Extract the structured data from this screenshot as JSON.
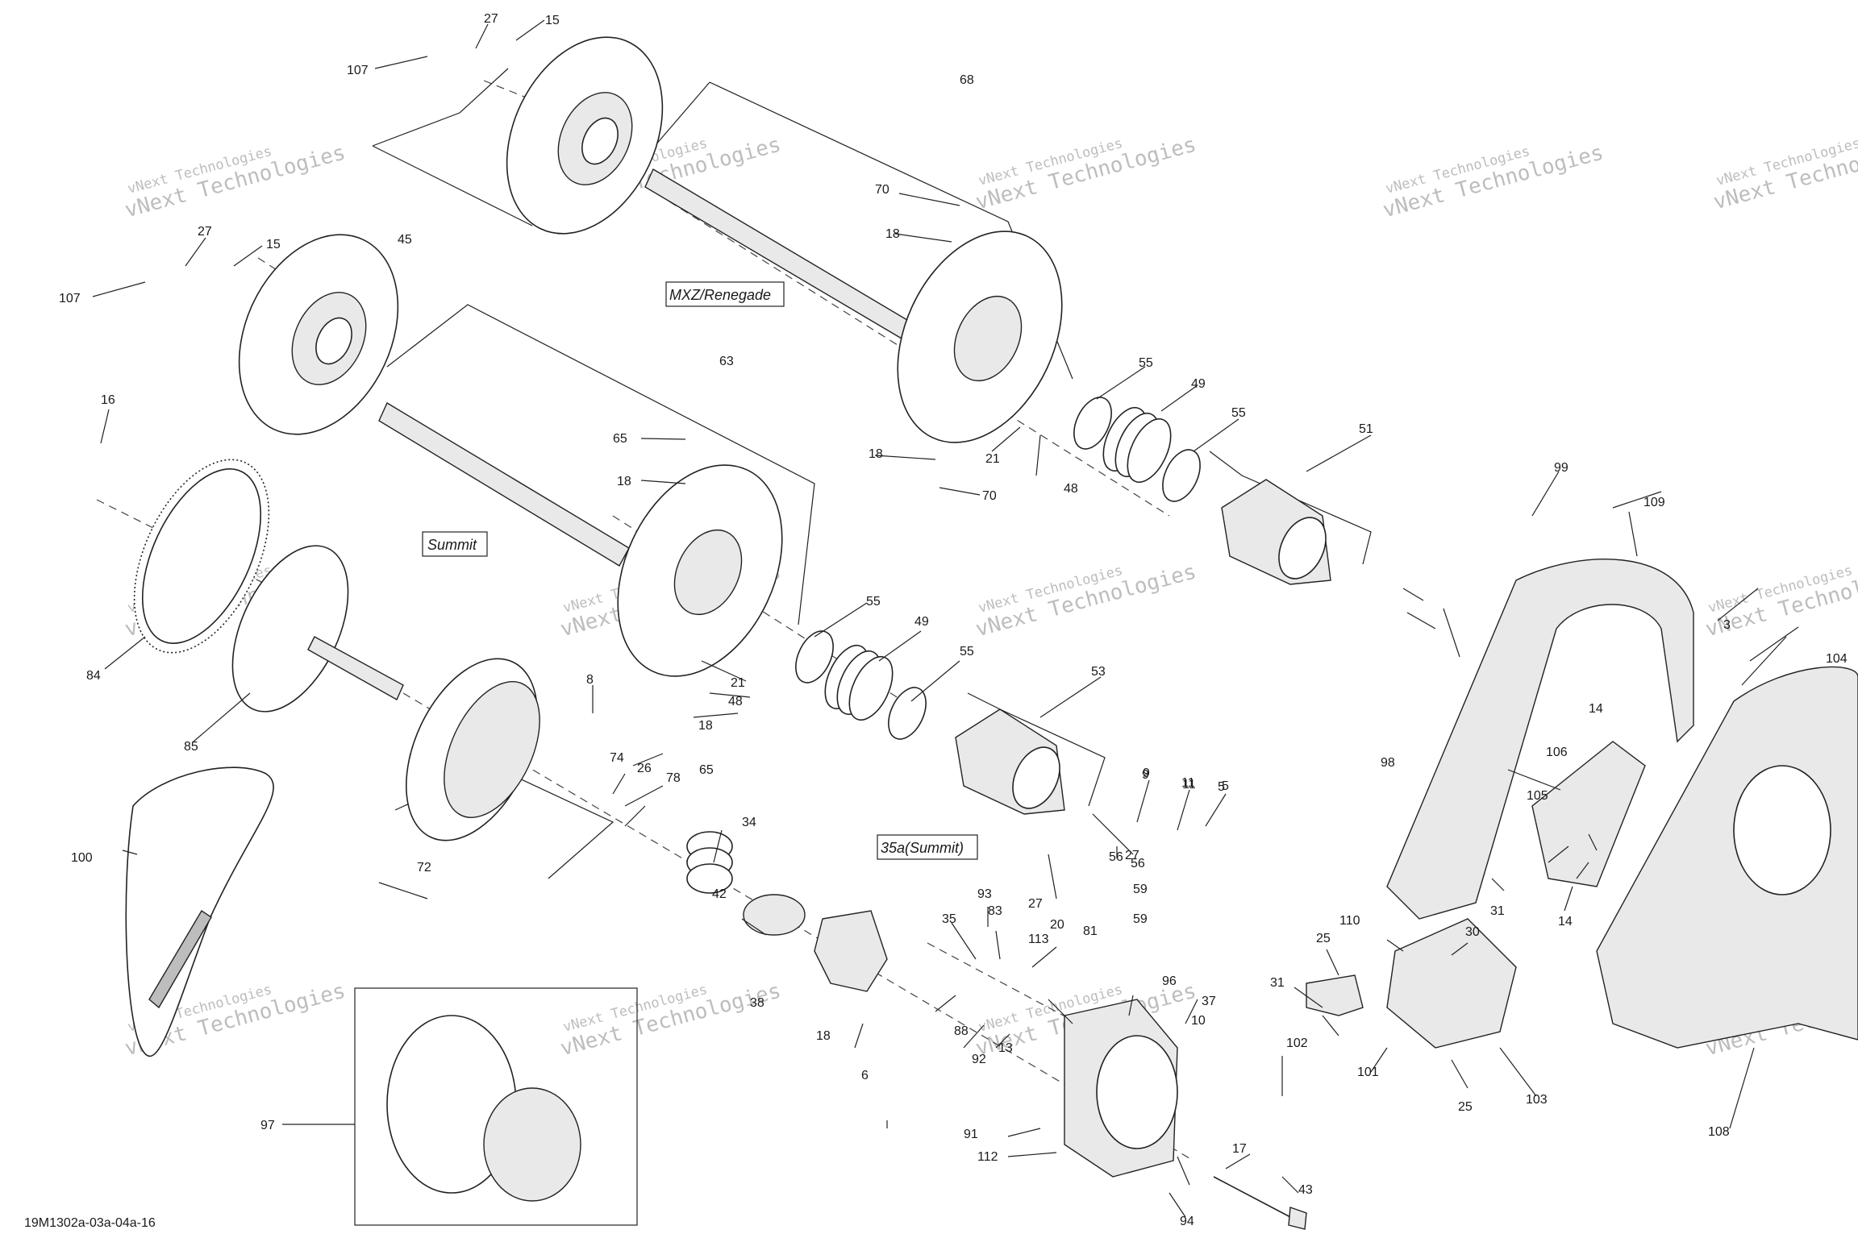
{
  "drawing_code": "19M1302a-03a-04a-16",
  "model_labels": [
    "MXZ/Renegade",
    "Summit",
    "35a(Summit)"
  ],
  "watermark": {
    "line1": "vNext Technologies",
    "line2": "vNext Technologies"
  },
  "callouts": [
    "107",
    "27",
    "15",
    "68",
    "45",
    "70",
    "18",
    "107",
    "27",
    "15",
    "63",
    "65",
    "18",
    "16",
    "55",
    "49",
    "55",
    "51",
    "21",
    "48",
    "18",
    "70",
    "99",
    "109",
    "84",
    "85",
    "8",
    "55",
    "49",
    "55",
    "53",
    "27",
    "56",
    "9",
    "11",
    "5",
    "3",
    "104",
    "59",
    "21",
    "48",
    "18",
    "65",
    "74",
    "26",
    "78",
    "34",
    "42",
    "9",
    "11",
    "5",
    "27",
    "56",
    "59",
    "14",
    "106",
    "98",
    "105",
    "31",
    "14",
    "100",
    "72",
    "35",
    "93",
    "83",
    "113",
    "20",
    "81",
    "96",
    "38",
    "18",
    "6",
    "88",
    "92",
    "13",
    "37",
    "10",
    "110",
    "25",
    "30",
    "31",
    "102",
    "101",
    "25",
    "103",
    "108",
    "97",
    "17",
    "91",
    "112",
    "43",
    "94"
  ]
}
